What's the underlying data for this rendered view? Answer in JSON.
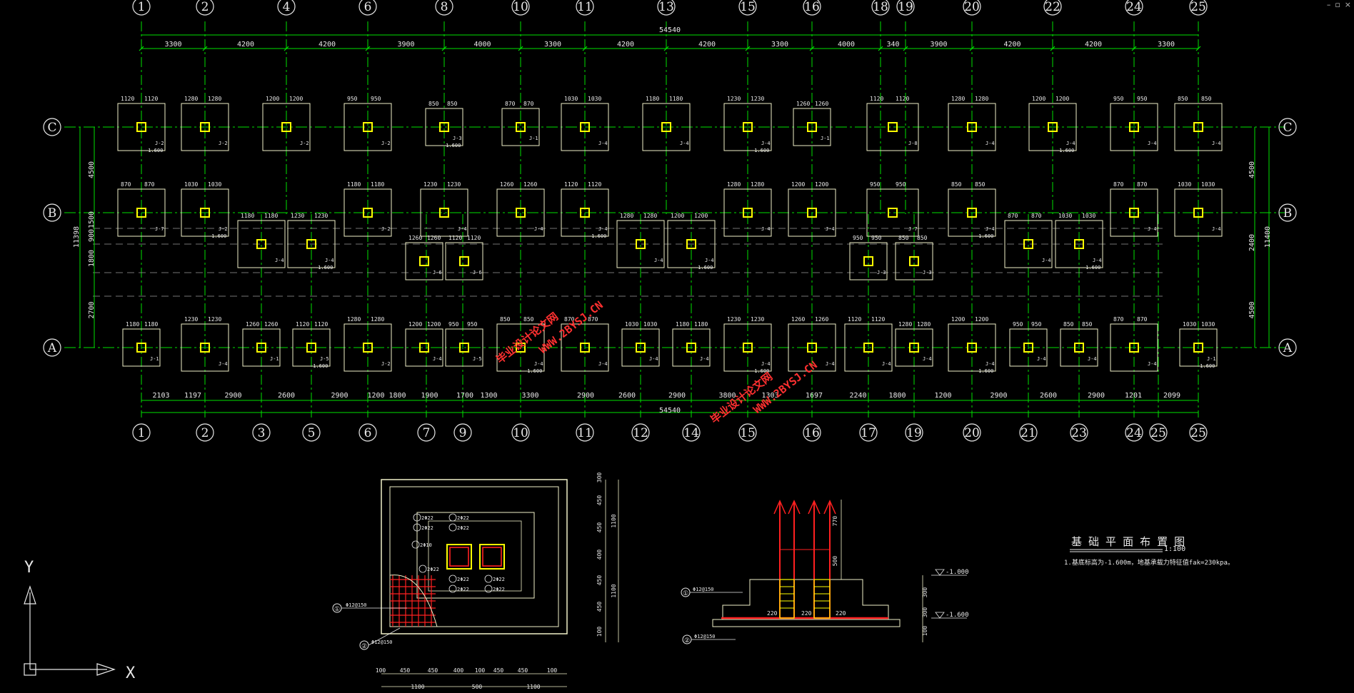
{
  "window": {
    "controls": [
      "–",
      "▫",
      "×"
    ]
  },
  "colors": {
    "bg": "#000000",
    "axis": "#00e000",
    "footing": "#f0f0c8",
    "column": "#ffff00",
    "rebar": "#ff2020",
    "text": "#e8e8e8",
    "watermark": "#ff3030"
  },
  "plan": {
    "top_axes": [
      "1",
      "2",
      "4",
      "6",
      "8",
      "10",
      "11",
      "13",
      "15",
      "16",
      "18",
      "19",
      "20",
      "22",
      "24",
      "25"
    ],
    "top_dims": [
      "3300",
      "4200",
      "4200",
      "3900",
      "4000",
      "3300",
      "4200",
      "4200",
      "3300",
      "4000",
      "340",
      "3900",
      "4200",
      "4200",
      "3300"
    ],
    "overall": "54540",
    "bottom_axes": [
      "1",
      "2",
      "3",
      "5",
      "6",
      "7",
      "9",
      "10",
      "11",
      "12",
      "14",
      "15",
      "16",
      "17",
      "19",
      "20",
      "21",
      "23",
      "24",
      "25",
      "25"
    ],
    "bottom_dims": [
      "2103",
      "1197",
      "2900",
      "2600",
      "2900",
      "1200",
      "1800",
      "1900",
      "1700",
      "1300",
      "3300",
      "2900",
      "2600",
      "2900",
      "3800",
      "1303",
      "1697",
      "2240",
      "1800",
      "1200",
      "2900",
      "2600",
      "2900",
      "1201",
      "2099"
    ],
    "rows": [
      "C",
      "B",
      "A"
    ],
    "left_dims": [
      "4500",
      "1500",
      "900",
      "1800",
      "2700"
    ],
    "left_total": "11398",
    "right_dims": [
      "4500",
      "2400",
      "4500"
    ],
    "right_total": "11400",
    "footing_labels": [
      "J-1",
      "J-2",
      "J-3",
      "J-4",
      "J-5",
      "J-6",
      "J-7",
      "J-8"
    ],
    "elev": "-1.600",
    "pad_dims": [
      "1120",
      "1280",
      "1200",
      "950",
      "850",
      "870",
      "1030",
      "1180",
      "1230",
      "1260"
    ]
  },
  "title": {
    "text": "基 础 平 面 布 置 图",
    "scale": "1:100"
  },
  "note": "1.基底标高为-1.600m，地基承载力特征值fak=230kpa。",
  "watermarks": [
    "毕业设计论文网",
    "WWW.2BYSJ.CN"
  ],
  "detail_plan": {
    "rebar": [
      "2Φ22",
      "2Φ22",
      "2Φ22",
      "2Φ22",
      "2Φ10",
      "2Φ22",
      "2Φ22",
      "2Φ22",
      "2Φ22",
      "2Φ22"
    ],
    "bottom_dims": [
      "100",
      "450",
      "450",
      "400",
      "100",
      "450",
      "450",
      "100"
    ],
    "bottom_dims2": [
      "1100",
      "500",
      "1100"
    ],
    "right_dims": [
      "300",
      "450",
      "450",
      "400",
      "450",
      "450",
      "100"
    ],
    "right_dims2": [
      "1100",
      "1100"
    ],
    "callout1": "Φ12@150",
    "callout2": "Φ12@150",
    "labels": [
      "①",
      "②"
    ]
  },
  "detail_section": {
    "dims_right": [
      "770",
      "500",
      "300",
      "300",
      "100"
    ],
    "elev1": "-1.000",
    "elev2": "-1.600",
    "bar_dims": [
      "220",
      "220",
      "220"
    ],
    "callout1": "Φ12@150",
    "callout2": "Φ12@150"
  },
  "ucs": {
    "x": "X",
    "y": "Y"
  }
}
